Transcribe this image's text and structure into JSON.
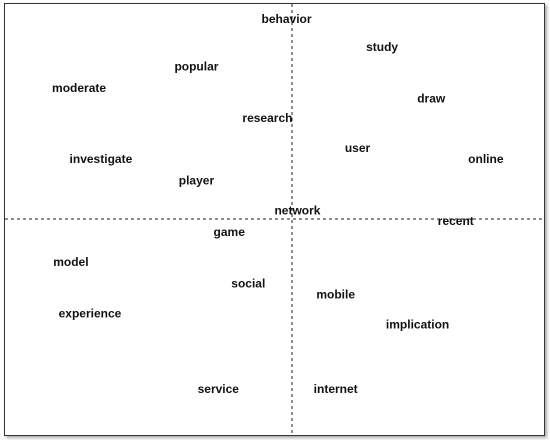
{
  "chart_data": {
    "type": "scatter",
    "xlim": [
      -1,
      1
    ],
    "ylim": [
      -1,
      1
    ],
    "axes": "dashed-cross-through-origin",
    "grid": false,
    "points": [
      {
        "label": "behavior",
        "x": -0.02,
        "y": 0.93
      },
      {
        "label": "study",
        "x": 0.33,
        "y": 0.8
      },
      {
        "label": "popular",
        "x": -0.35,
        "y": 0.71
      },
      {
        "label": "moderate",
        "x": -0.78,
        "y": 0.61
      },
      {
        "label": "draw",
        "x": 0.51,
        "y": 0.56
      },
      {
        "label": "research",
        "x": -0.09,
        "y": 0.47
      },
      {
        "label": "user",
        "x": 0.24,
        "y": 0.33
      },
      {
        "label": "investigate",
        "x": -0.7,
        "y": 0.28
      },
      {
        "label": "online",
        "x": 0.71,
        "y": 0.28
      },
      {
        "label": "player",
        "x": -0.35,
        "y": 0.18
      },
      {
        "label": "network",
        "x": 0.02,
        "y": 0.04
      },
      {
        "label": "recent",
        "x": 0.6,
        "y": -0.01
      },
      {
        "label": "game",
        "x": -0.23,
        "y": -0.06
      },
      {
        "label": "model",
        "x": -0.81,
        "y": -0.2
      },
      {
        "label": "social",
        "x": -0.16,
        "y": -0.3
      },
      {
        "label": "mobile",
        "x": 0.16,
        "y": -0.35
      },
      {
        "label": "experience",
        "x": -0.74,
        "y": -0.44
      },
      {
        "label": "implication",
        "x": 0.46,
        "y": -0.49
      },
      {
        "label": "service",
        "x": -0.27,
        "y": -0.79
      },
      {
        "label": "internet",
        "x": 0.16,
        "y": -0.79
      }
    ]
  }
}
